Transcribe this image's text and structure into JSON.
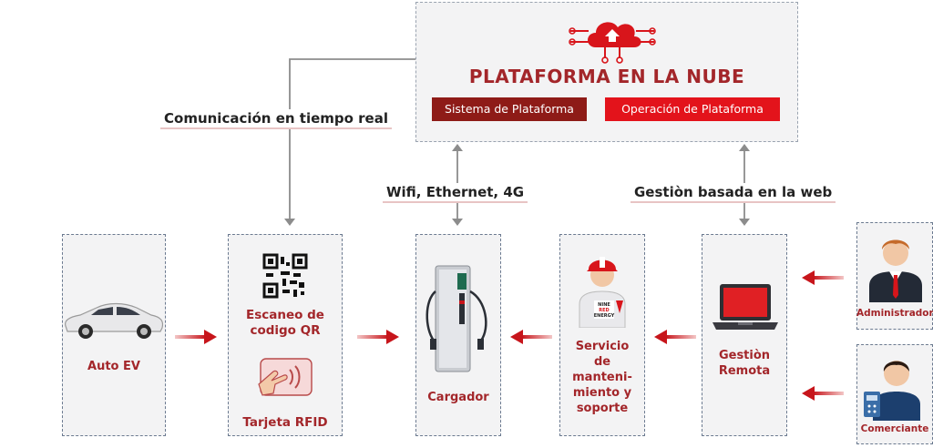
{
  "cloud": {
    "title": "PLATAFORMA EN LA NUBE",
    "sub_left": "Sistema de Plataforma",
    "sub_right": "Operación de Plataforma"
  },
  "connections": {
    "realtime": "Comunicación en tiempo real",
    "charger_link": "Wifi, Ethernet, 4G",
    "web": "Gestiòn basada en la web"
  },
  "nodes": {
    "ev": "Auto EV",
    "qr": "Escaneo de codigo QR",
    "rfid": "Tarjeta RFID",
    "charger": "Cargador",
    "service": "Servicio de manteni- miento y soporte",
    "remote": "Gestiòn Remota",
    "admin": "Administrador",
    "merchant": "Comerciante"
  },
  "shirt_text": "NINE RED ENERGY",
  "colors": {
    "accent": "#a3262a",
    "dark_red": "#8e1b17",
    "bright_red": "#e3131b",
    "arrow_red": "#c7151b",
    "connector_gray": "#8c8c8c"
  }
}
